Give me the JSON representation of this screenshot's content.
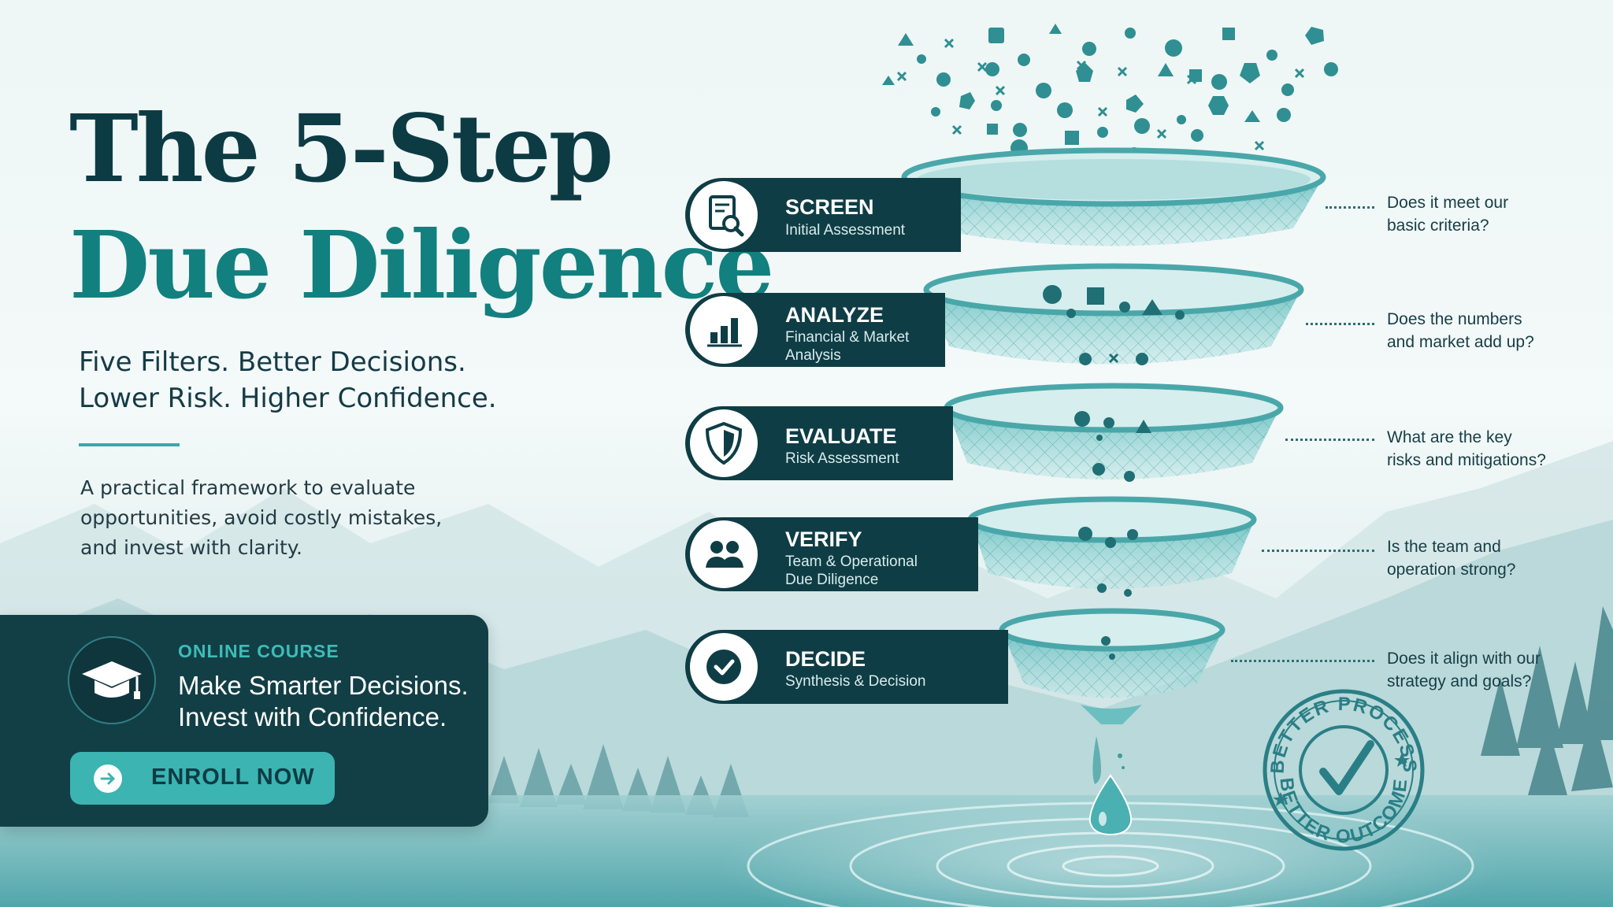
{
  "title": {
    "line1": "The 5-Step",
    "line2": "Due Diligence"
  },
  "subtitle": {
    "line1": "Five Filters. Better Decisions.",
    "line2": "Lower Risk. Higher Confidence."
  },
  "description": {
    "line1": "A practical framework to evaluate",
    "line2": "opportunities, avoid costly mistakes,",
    "line3": "and invest with clarity."
  },
  "course": {
    "tag": "ONLINE COURSE",
    "headline1": "Make Smarter Decisions.",
    "headline2": "Invest with Confidence.",
    "cta_label": "ENROLL NOW",
    "icon": "graduation-cap-icon"
  },
  "steps": [
    {
      "title": "SCREEN",
      "subtitle1": "Initial Assessment",
      "subtitle2": "",
      "icon": "document-search-icon",
      "question1": "Does it meet our",
      "question2": "basic criteria?"
    },
    {
      "title": "ANALYZE",
      "subtitle1": "Financial & Market",
      "subtitle2": "Analysis",
      "icon": "bar-chart-icon",
      "question1": "Does the numbers",
      "question2": "and market add up?"
    },
    {
      "title": "EVALUATE",
      "subtitle1": "Risk Assessment",
      "subtitle2": "",
      "icon": "shield-icon",
      "question1": "What are the key",
      "question2": "risks and mitigations?"
    },
    {
      "title": "VERIFY",
      "subtitle1": "Team & Operational",
      "subtitle2": "Due Diligence",
      "icon": "team-icon",
      "question1": "Is the team and",
      "question2": "operation strong?"
    },
    {
      "title": "DECIDE",
      "subtitle1": "Synthesis & Decision",
      "subtitle2": "",
      "icon": "checkmark-icon",
      "question1": "Does it align with our",
      "question2": "strategy and goals?"
    }
  ],
  "stamp": {
    "top": "BETTER PROCESS",
    "bottom": "BETTER OUTCOME"
  },
  "colors": {
    "dark_teal": "#0f3d45",
    "accent_teal": "#12807f",
    "bright_teal": "#3bb4b2"
  }
}
